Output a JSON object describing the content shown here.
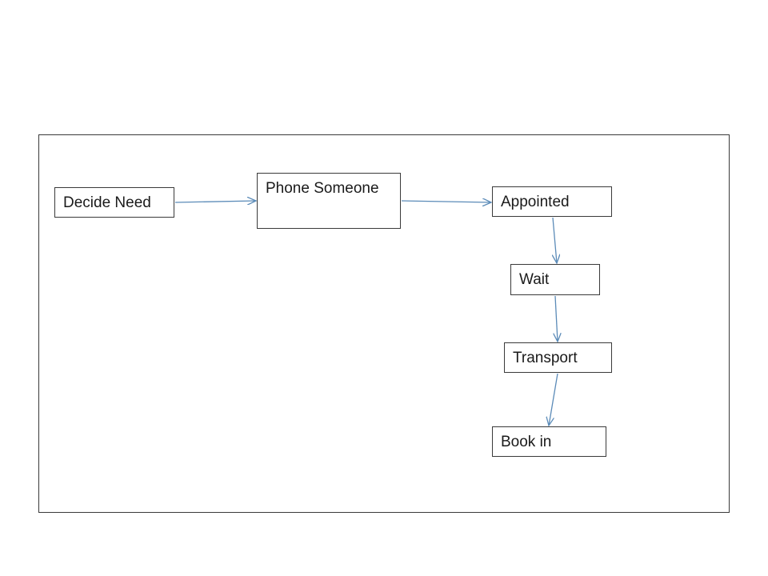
{
  "nodes": {
    "decide_need": "Decide Need",
    "phone_someone": "Phone Someone",
    "appointed": "Appointed",
    "wait": "Wait",
    "transport": "Transport",
    "book_in": "Book in"
  },
  "colors": {
    "connector": "#5b8bb8",
    "box_border": "#3a3a3a"
  }
}
